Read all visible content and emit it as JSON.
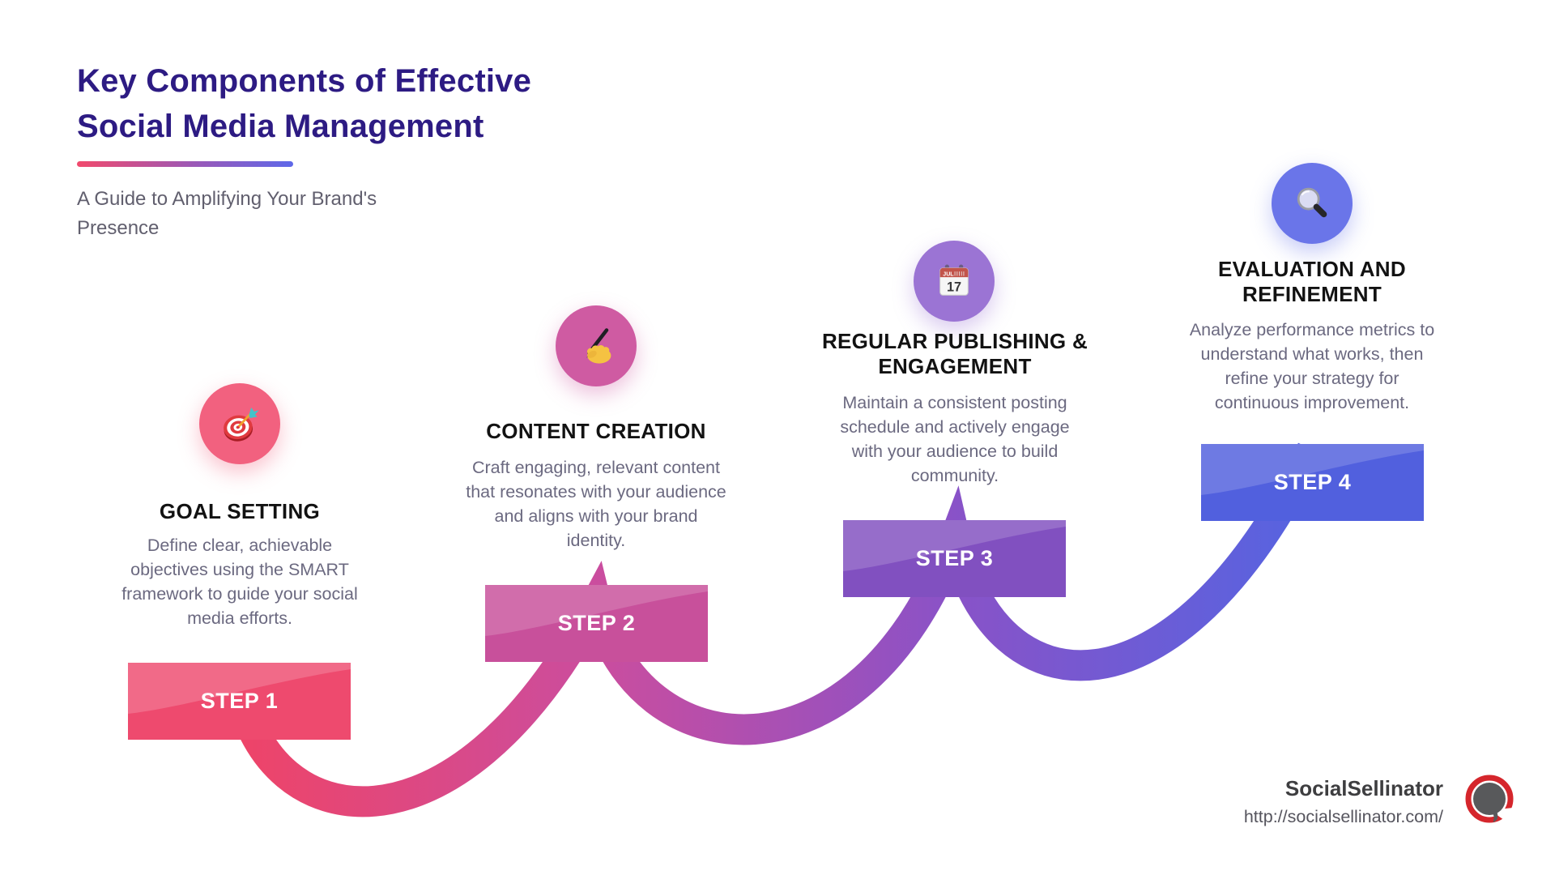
{
  "header": {
    "title_line1": "Key Components of Effective",
    "title_line2": "Social Media Management",
    "subtitle": "A Guide to Amplifying Your Brand's Presence",
    "title_color": "#2d1b83",
    "underline_gradient": [
      "#f14a6d",
      "#5e68e9"
    ]
  },
  "steps": [
    {
      "label": "STEP 1",
      "title": "GOAL SETTING",
      "description": "Define clear, achievable objectives using the SMART framework to guide your social media efforts.",
      "icon": "target-icon",
      "circle_color": "#f2617f",
      "bar_color": "#ee4a6e"
    },
    {
      "label": "STEP 2",
      "title": "CONTENT CREATION",
      "description": "Craft engaging, relevant content that resonates with your audience and aligns with your brand identity.",
      "icon": "writing-hand-icon",
      "circle_color": "#cf5ba2",
      "bar_color": "#c8509b"
    },
    {
      "label": "STEP 3",
      "title": "REGULAR PUBLISHING & ENGAGEMENT",
      "description": "Maintain a consistent posting schedule and actively engage with your audience to build community.",
      "icon": "calendar-icon",
      "icon_month": "JUL",
      "icon_day": "17",
      "circle_color": "#9b74d4",
      "bar_color": "#8150c0"
    },
    {
      "label": "STEP 4",
      "title": "EVALUATION AND REFINEMENT",
      "description": "Analyze performance metrics to understand what works, then refine your strategy for continuous improvement.",
      "icon": "magnifier-icon",
      "circle_color": "#6a75e9",
      "bar_color": "#5160de"
    }
  ],
  "connector_gradient": [
    "#ee4468",
    "#cb4d9e",
    "#8a52c7",
    "#5564e1"
  ],
  "footer": {
    "brand": "SocialSellinator",
    "url": "http://socialsellinator.com/"
  }
}
